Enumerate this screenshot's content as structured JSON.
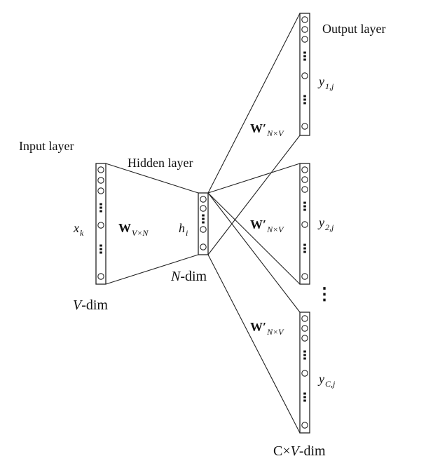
{
  "labels": {
    "input_layer": "Input layer",
    "hidden_layer": "Hidden layer",
    "output_layer": "Output layer"
  },
  "variables": {
    "x": "x",
    "x_sub": "k",
    "h": "h",
    "h_sub": "i",
    "w": "W",
    "w_sub": "V×N",
    "w_prime": "W′",
    "w_prime_sub": "N×V",
    "y1": "y",
    "y1_sub": "1,j",
    "y2": "y",
    "y2_sub": "2,j",
    "yc": "y",
    "yc_sub": "C,j"
  },
  "dimensions": {
    "input_var": "V",
    "input_suffix": "-dim",
    "hidden_var": "N",
    "hidden_suffix": "-dim",
    "output_prefix": "C×",
    "output_var": "V",
    "output_suffix": "-dim"
  },
  "ellipsis": "⋮",
  "colors": {
    "stroke": "#222222",
    "background": "#ffffff"
  }
}
